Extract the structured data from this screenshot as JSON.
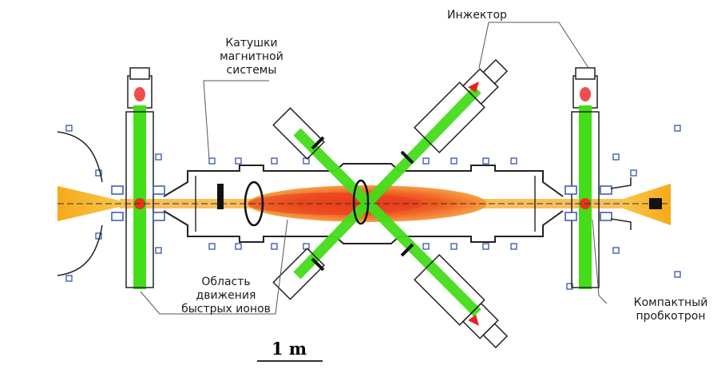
{
  "labels": {
    "coils": [
      "Катушки",
      "магнитной",
      "системы"
    ],
    "injector": "Инжектор",
    "fast_ions": [
      "Область",
      "движения",
      "быстрых ионов"
    ],
    "mirror": [
      "Компактный",
      "пробкотрон"
    ],
    "scale": "1 m"
  },
  "colors": {
    "beam": "#44dd1a",
    "plasma": "#f0571c",
    "fan": "#f5b31a",
    "outline": "#222222",
    "coil": "#3355aa",
    "injector_tip": "#e82222"
  },
  "icons": {
    "injector_tip": "red-triangle",
    "coil_marker": "small-box"
  }
}
